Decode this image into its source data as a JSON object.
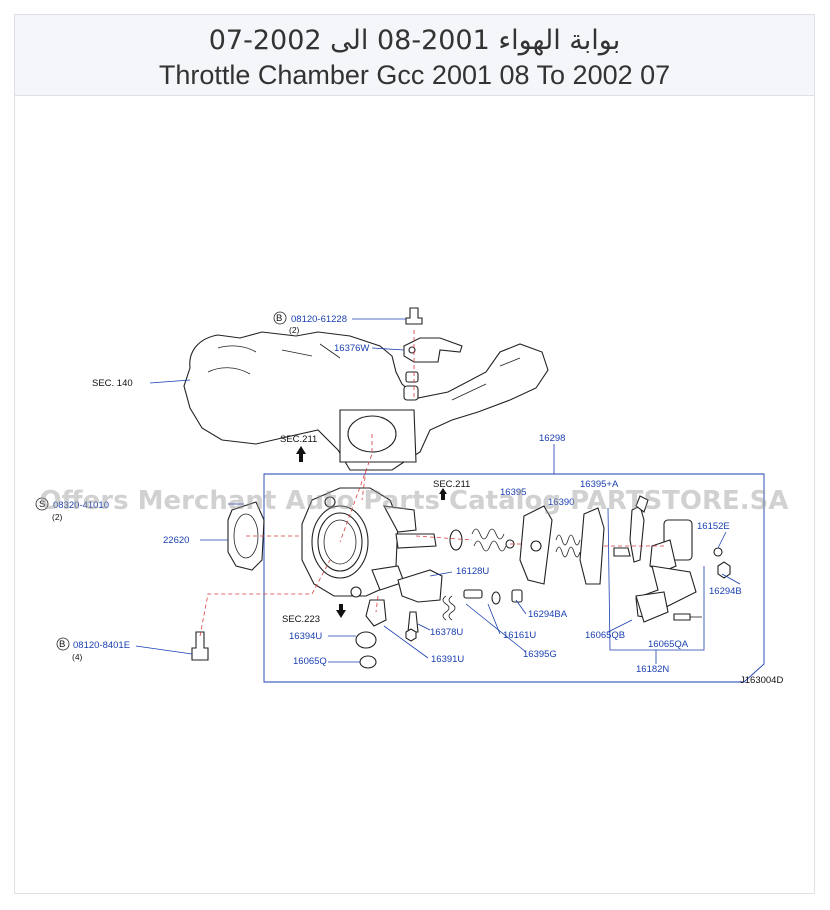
{
  "header": {
    "title_ar": "بوابة الهواء 2001-08 الى 2002-07",
    "title_en": "Throttle Chamber Gcc 2001 08 To 2002 07"
  },
  "watermark": "Offers Merchant Auto Parts Catalog PARTSTORE.SA",
  "diagram": {
    "part_labels": {
      "p16376W": "16376W",
      "p16298": "16298",
      "p16395": "16395",
      "p16390": "16390",
      "p16395A": "16395+A",
      "p16152E": "16152E",
      "p22620": "22620",
      "p16128U": "16128U",
      "p16294BA": "16294BA",
      "p16294B": "16294B",
      "p16378U": "16378U",
      "p16161U": "16161U",
      "p16065QB": "16065QB",
      "p16065QA": "16065QA",
      "p16394U": "16394U",
      "p16391U": "16391U",
      "p16395G": "16395G",
      "p16065Q": "16065Q",
      "p16182N": "16182N",
      "bolt_b1": "08120-61228",
      "bolt_b2": "08120-8401E",
      "bolt_s": "08320-41010"
    },
    "qty": {
      "b1": "(2)",
      "b2": "(4)",
      "s": "(2)"
    },
    "markers": {
      "b": "B",
      "s": "S"
    },
    "sections": {
      "sec140": "SEC. 140",
      "sec211a": "SEC.211",
      "sec211b": "SEC.211",
      "sec223": "SEC.223"
    },
    "ref_code": "J163004D"
  }
}
